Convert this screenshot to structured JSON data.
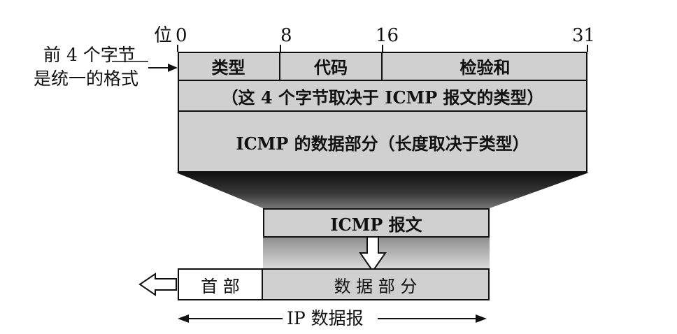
{
  "bit_labels": {
    "pos_label": "位",
    "b0": "0",
    "b8": "8",
    "b16": "16",
    "b31": "31"
  },
  "side_note": {
    "line1": "前 4 个字节",
    "line2": "是统一的格式"
  },
  "header_row": {
    "type": "类型",
    "code": "代码",
    "checksum": "检验和"
  },
  "second_row": "（这 4 个字节取决于 ICMP 报文的类型）",
  "data_row": "ICMP 的数据部分（长度取决于类型）",
  "icmp_message": "ICMP 报文",
  "ip_datagram": {
    "header": "首 部",
    "data": "数 据 部 分",
    "label": "IP 数据报"
  },
  "colors": {
    "box_fill": "#d0d0d0",
    "line": "#111111",
    "shadow": "#3a3a3a"
  }
}
